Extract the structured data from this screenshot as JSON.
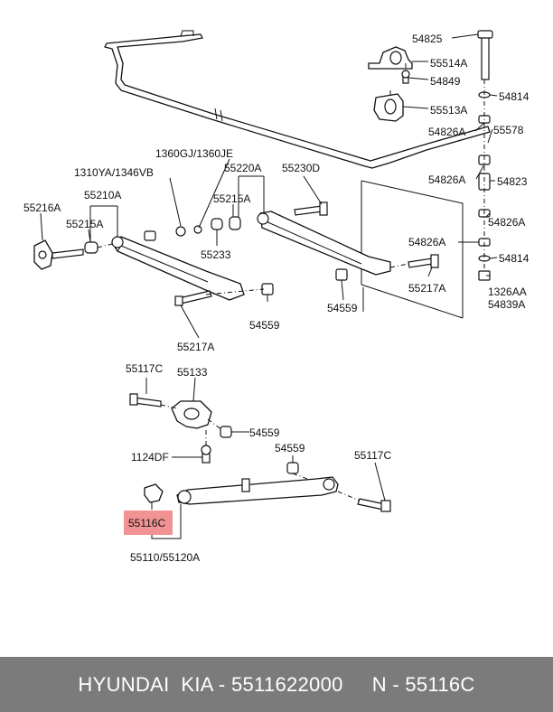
{
  "labels": {
    "p54825": "54825",
    "p55514a": "55514A",
    "p54849": "54849",
    "p54814_top": "54814",
    "p55513a": "55513A",
    "p54826a_1": "54826A",
    "p55578": "55578",
    "p1360": "1360GJ/1360JE",
    "p55220a": "55220A",
    "p55230d": "55230D",
    "p1310": "1310YA/1346VB",
    "p54826a_2": "54826A",
    "p54823": "54823",
    "p55216a": "55216A",
    "p55210a": "55210A",
    "p55215a_right": "55215A",
    "p55215a_left": "55215A",
    "p54826a_3": "54826A",
    "p54826a_4": "54826A",
    "p55233": "55233",
    "p54814_bot": "54814",
    "p55217a_right": "55217A",
    "p1326aa": "1326AA",
    "p54839a": "54839A",
    "p54559_a": "54559",
    "p54559_b": "54559",
    "p55217a_left": "55217A",
    "p55117c_left": "55117C",
    "p55133": "55133",
    "p54559_c": "54559",
    "p54559_d": "54559",
    "p1124df": "1124DF",
    "p55117c_right": "55117C",
    "p55116c": "55116C",
    "p55110": "55110/55120A"
  },
  "footer": {
    "text": "HYUNDAI  KIA - 5511622000     N - 55116C"
  },
  "colors": {
    "highlight": "#f08080",
    "footer_bg": "#7b7b7b"
  }
}
